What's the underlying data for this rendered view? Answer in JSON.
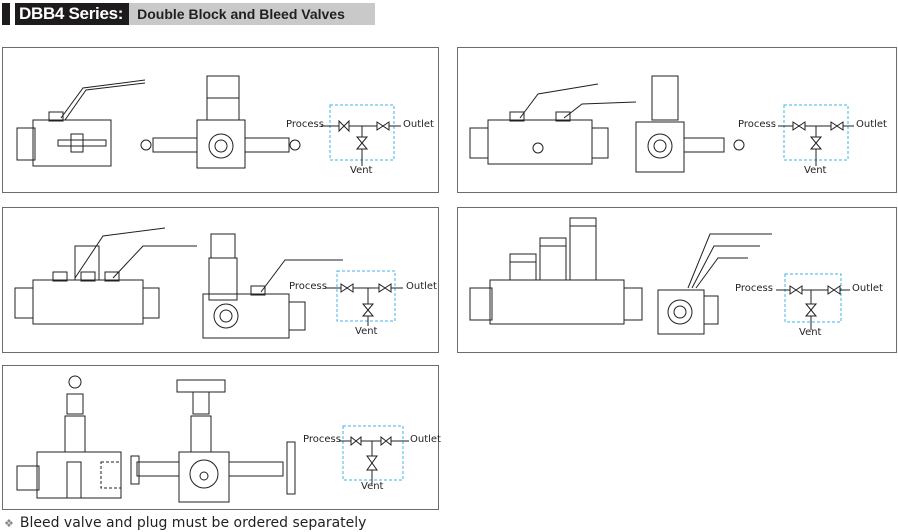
{
  "header": {
    "series_label": "DBB4 Series:",
    "subtitle": "Double Block and Bleed Valves"
  },
  "schematic_labels": {
    "process": "Process",
    "outlet": "Outlet",
    "vent": "Vent"
  },
  "panels": [
    {
      "id": "panel-1",
      "left_valve": "gate",
      "right_valve": "globe",
      "vent_valve": "gate"
    },
    {
      "id": "panel-2",
      "left_valve": "globe",
      "right_valve": "globe",
      "vent_valve": "gate"
    },
    {
      "id": "panel-3",
      "left_valve": "globe",
      "right_valve": "globe",
      "vent_valve": "globe"
    },
    {
      "id": "panel-4",
      "left_valve": "globe",
      "right_valve": "globe",
      "vent_valve": "globe"
    },
    {
      "id": "panel-5",
      "left_valve": "gate",
      "right_valve": "gate",
      "vent_valve": "gate"
    }
  ],
  "colors": {
    "header_dark": "#1e1b1c",
    "header_light": "#c9c9c9",
    "schematic_box": "#3fb3e6"
  },
  "footnote": {
    "bullet": "❖",
    "text": "Bleed valve and plug must be ordered separately"
  }
}
